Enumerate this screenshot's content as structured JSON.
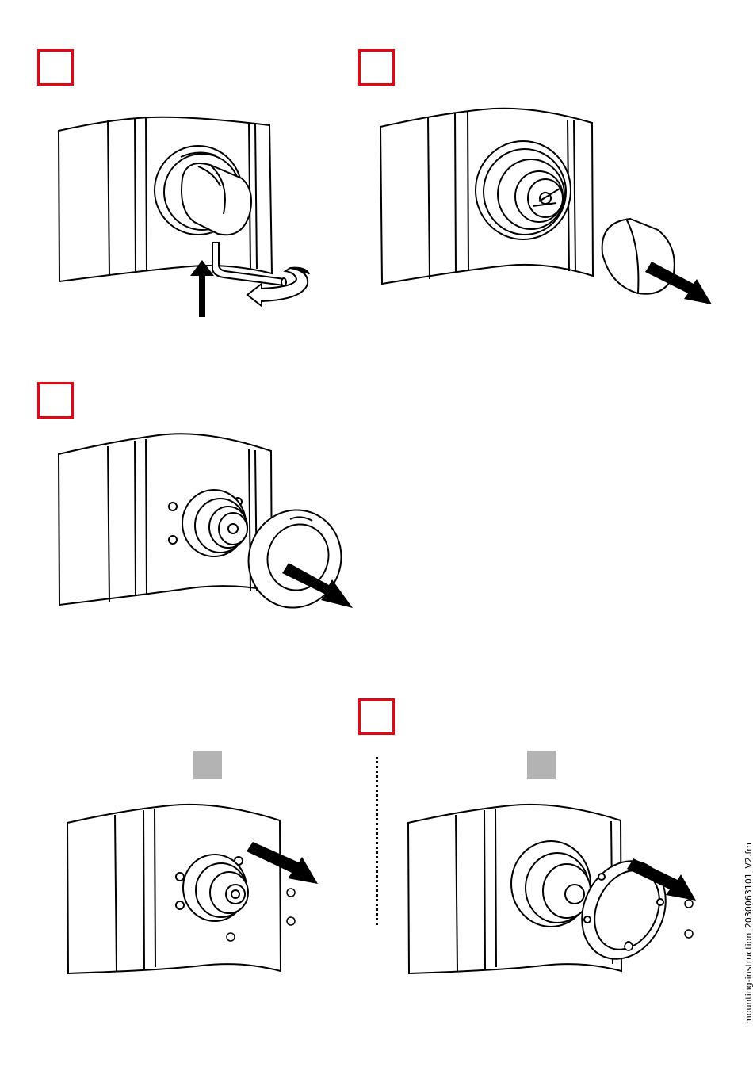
{
  "document": {
    "footer_filename": "mounting-instruction_2030063101_V2.fm"
  },
  "steps": [
    {
      "id": "step-1",
      "label": "",
      "action": "loosen-set-screw-with-hex-key"
    },
    {
      "id": "step-2",
      "label": "",
      "action": "pull-off-handle"
    },
    {
      "id": "step-3",
      "label": "",
      "action": "remove-rosette"
    },
    {
      "id": "step-4",
      "label": "",
      "action": "remove-mounting-screws",
      "variants": 2
    }
  ],
  "colors": {
    "step_box": "#e30613",
    "variant_box": "#b3b3b3",
    "line": "#000000"
  },
  "icons": [
    "hex-key-icon",
    "rotation-arrow-icon",
    "direction-arrow-icon",
    "screw-icon"
  ]
}
